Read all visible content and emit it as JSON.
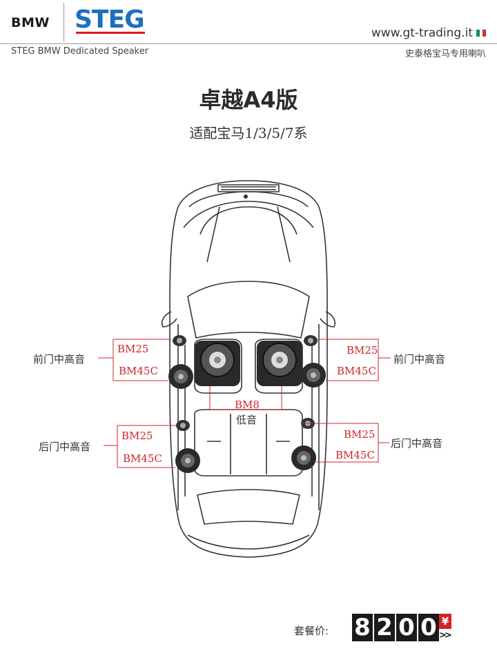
{
  "header": {
    "bmw_logo": "BMW",
    "steg_logo": "STEG",
    "website": "www.gt-trading.it",
    "flag_colors": [
      "#009246",
      "#ffffff",
      "#ce2b37"
    ],
    "subtitle_en": "STEG BMW Dedicated Speaker",
    "subtitle_cn": "史泰格宝马专用喇叭"
  },
  "product": {
    "title": "卓越A4版",
    "subtitle": "适配宝马1/3/5/7系"
  },
  "labels": {
    "front_left_name": "前门中高音",
    "front_left_tweeter": "BM25",
    "front_left_mid": "BM45C",
    "front_right_name": "前门中高音",
    "front_right_tweeter": "BM25",
    "front_right_mid": "BM45C",
    "rear_left_name": "后门中高音",
    "rear_left_tweeter": "BM25",
    "rear_left_mid": "BM45C",
    "rear_right_name": "后门中高音",
    "rear_right_tweeter": "BM25",
    "rear_right_mid": "BM45C",
    "sub_model": "BM8",
    "sub_name": "低音"
  },
  "price": {
    "label": "套餐价:",
    "digits": [
      "8",
      "2",
      "0",
      "0"
    ],
    "currency": "¥",
    "arrows": ">>"
  },
  "colors": {
    "accent_red": "#d2232a",
    "steg_blue": "#1e6fc0"
  }
}
